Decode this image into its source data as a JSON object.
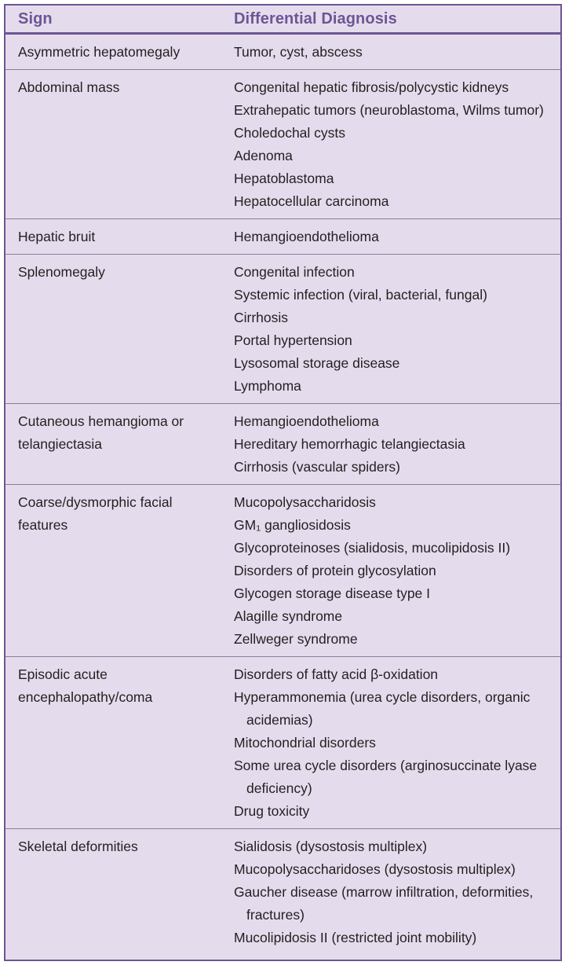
{
  "table": {
    "header": {
      "sign": "Sign",
      "differential": "Differential Diagnosis"
    },
    "rows": [
      {
        "sign": "Asymmetric hepatomegaly",
        "diagnoses": [
          "Tumor, cyst, abscess"
        ]
      },
      {
        "sign": "Abdominal mass",
        "diagnoses": [
          "Congenital hepatic fibrosis/polycystic kidneys",
          "Extrahepatic tumors (neuroblastoma, Wilms tumor)",
          "Choledochal cysts",
          "Adenoma",
          "Hepatoblastoma",
          "Hepatocellular carcinoma"
        ]
      },
      {
        "sign": "Hepatic bruit",
        "diagnoses": [
          "Hemangioendothelioma"
        ]
      },
      {
        "sign": "Splenomegaly",
        "diagnoses": [
          "Congenital infection",
          "Systemic infection (viral, bacterial, fungal)",
          "Cirrhosis",
          "Portal hypertension",
          "Lysosomal storage disease",
          "Lymphoma"
        ]
      },
      {
        "sign": "Cutaneous hemangioma or telangiectasia",
        "diagnoses": [
          "Hemangioendothelioma",
          "Hereditary hemorrhagic telangiectasia",
          "Cirrhosis (vascular spiders)"
        ]
      },
      {
        "sign": "Coarse/dysmorphic facial features",
        "diagnoses": [
          "Mucopolysaccharidosis",
          "GM₁ gangliosidosis",
          "Glycoproteinoses (sialidosis, mucolipidosis II)",
          "Disorders of protein glycosylation",
          "Glycogen storage disease type I",
          "Alagille syndrome",
          "Zellweger syndrome"
        ]
      },
      {
        "sign": "Episodic acute encephalopathy/coma",
        "diagnoses": [
          "Disorders of fatty acid β-oxidation",
          "Hyperammonemia (urea cycle disorders, organic acidemias)",
          "Mitochondrial disorders",
          "Some urea cycle disorders (arginosuccinate lyase deficiency)",
          "Drug toxicity"
        ]
      },
      {
        "sign": "Skeletal deformities",
        "diagnoses": [
          "Sialidosis (dysostosis multiplex)",
          "Mucopolysaccharidoses (dysostosis multiplex)",
          "Gaucher disease (marrow infiltration, deformities, fractures)",
          "Mucolipidosis II (restricted joint mobility)"
        ]
      }
    ]
  }
}
